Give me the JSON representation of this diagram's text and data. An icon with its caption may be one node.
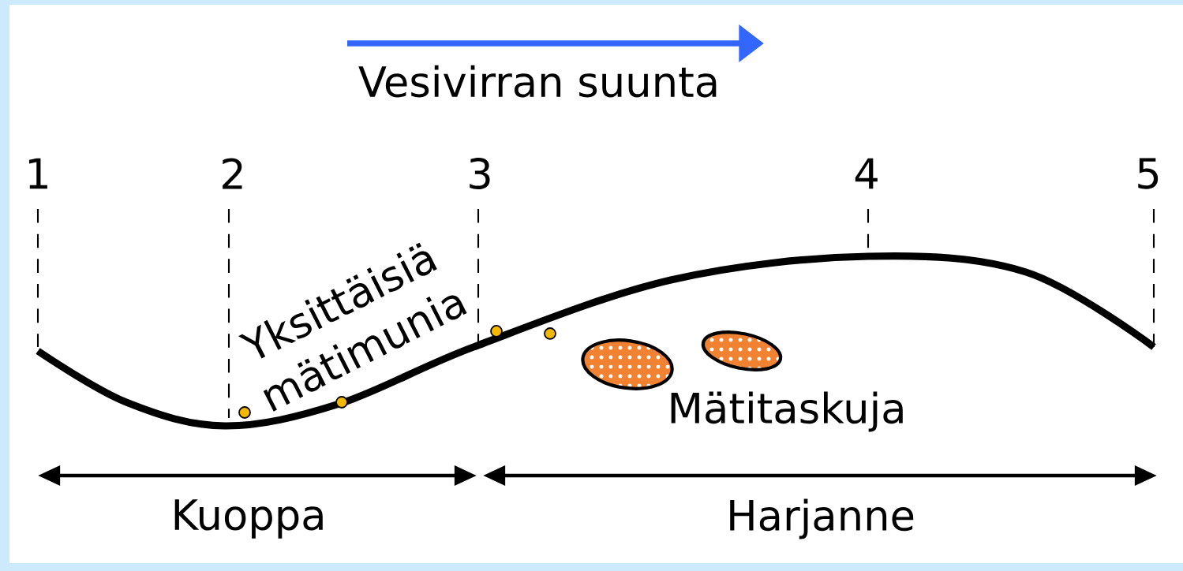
{
  "diagram": {
    "labels": [
      "Vesivirran suunta",
      "1",
      "2",
      "3",
      "4",
      "5",
      "Yksittäisiä mätimunia",
      "Mätitaskuja",
      "Kuoppa",
      "Harjanne"
    ]
  }
}
